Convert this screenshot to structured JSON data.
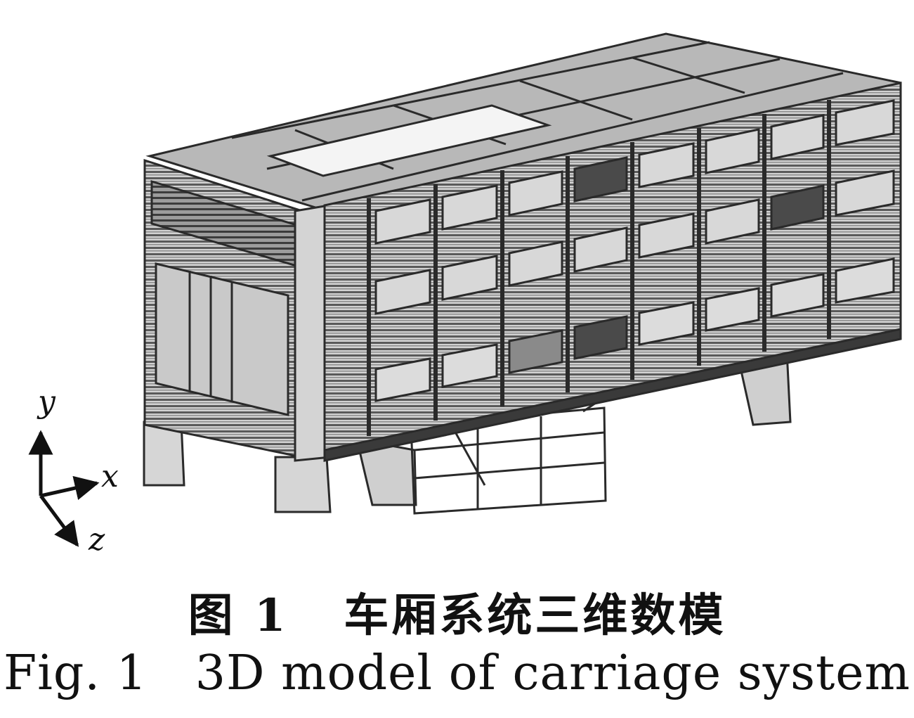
{
  "figure": {
    "axes": {
      "y": "y",
      "x": "x",
      "z": "z"
    },
    "caption_cn": "图 1   车厢系统三维数模",
    "caption_en": "Fig. 1   3D model of carriage system",
    "colors": {
      "frame": "#262626",
      "panel_light": "#d9d9d9",
      "panel_mid": "#9a9a9a",
      "panel_dark": "#4a4a4a",
      "roof": "#b7b7b7",
      "skylight": "#f4f4f4"
    }
  }
}
